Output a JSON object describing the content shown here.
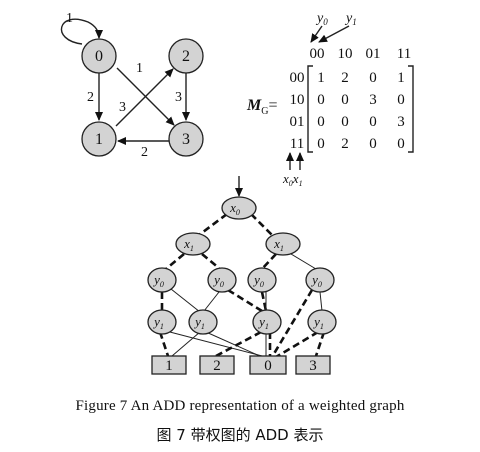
{
  "graph": {
    "nodes": [
      "0",
      "1",
      "2",
      "3"
    ],
    "edges": [
      {
        "from": "0",
        "to": "0",
        "weight": "1"
      },
      {
        "from": "0",
        "to": "1",
        "weight": "2"
      },
      {
        "from": "0",
        "to": "3",
        "weight": "1"
      },
      {
        "from": "1",
        "to": "2",
        "weight": "3"
      },
      {
        "from": "2",
        "to": "3",
        "weight": "3"
      },
      {
        "from": "3",
        "to": "1",
        "weight": "2"
      }
    ]
  },
  "matrix": {
    "name": "M",
    "subscript": "G",
    "equals": "=",
    "top_vars": [
      "y0",
      "y1"
    ],
    "top_var_base": "y",
    "top_var_subs": [
      "0",
      "1"
    ],
    "left_var_base": "x",
    "left_var_subs": [
      "0",
      "1"
    ],
    "col_labels": [
      "00",
      "10",
      "01",
      "11"
    ],
    "row_labels": [
      "00",
      "10",
      "01",
      "11"
    ],
    "rows": [
      [
        "1",
        "2",
        "0",
        "1"
      ],
      [
        "0",
        "0",
        "3",
        "0"
      ],
      [
        "0",
        "0",
        "0",
        "3"
      ],
      [
        "0",
        "2",
        "0",
        "0"
      ]
    ]
  },
  "add": {
    "var_base_x": "x",
    "var_base_y": "y",
    "terminals": [
      "1",
      "2",
      "0",
      "3"
    ],
    "node_subs": {
      "root": "0",
      "level1": [
        "1",
        "1"
      ],
      "level2": [
        "0",
        "0",
        "0",
        "0"
      ],
      "level3": [
        "1",
        "1",
        "1",
        "1"
      ]
    }
  },
  "caption": {
    "english": "Figure 7    An ADD representation of a weighted graph",
    "chinese": "图 7    带权图的 ADD 表示"
  }
}
